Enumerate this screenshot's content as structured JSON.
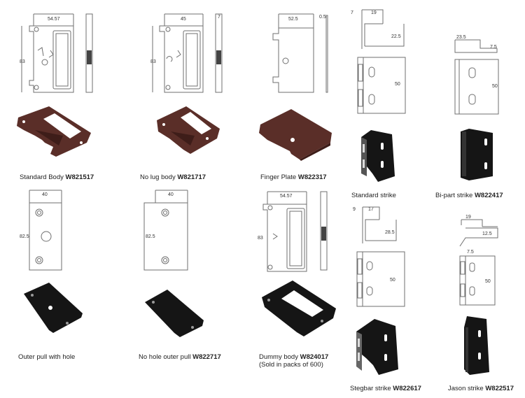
{
  "products": [
    {
      "name": "Standard Body",
      "code": "W821517"
    },
    {
      "name": "No lug body",
      "code": "W821717"
    },
    {
      "name": "Finger Plate",
      "code": "W822317"
    },
    {
      "name": "Standard strike",
      "code": ""
    },
    {
      "name": "Bi-part strike",
      "code": "W822417"
    },
    {
      "name": "Outer pull with hole",
      "code": ""
    },
    {
      "name": "No hole outer pull",
      "code": "W822717"
    },
    {
      "name": "Dummy body",
      "code": "W824017",
      "note": "(Sold in packs of 600)"
    },
    {
      "name": "Stegbar strike",
      "code": "W822617"
    },
    {
      "name": "Jason strike",
      "code": "W822517"
    }
  ],
  "dimensions": {
    "standard_body": {
      "width": "54.57",
      "height": "83"
    },
    "no_lug_body": {
      "width": "45",
      "height": "83",
      "side": "7"
    },
    "finger_plate": {
      "width": "52.5",
      "thickness": "0.5"
    },
    "standard_strike": {
      "left": "7",
      "top": "19",
      "depth": "22.5",
      "height": "50"
    },
    "bi_part_strike": {
      "top": "23.5",
      "depth": "7.5",
      "height": "50"
    },
    "outer_pull_hole": {
      "width": "40",
      "height": "82.5"
    },
    "outer_pull_nohole": {
      "width": "40",
      "height": "82.5"
    },
    "dummy_body": {
      "width": "54.57",
      "height": "83"
    },
    "stegbar_strike": {
      "left": "9",
      "top": "17",
      "depth": "28.5",
      "height": "50"
    },
    "jason_strike": {
      "top": "19",
      "depth": "12.5",
      "lip": "7.5",
      "height": "50"
    }
  },
  "colors": {
    "brown": "#5a2e28",
    "black": "#151515",
    "line": "#6f6f6f"
  }
}
